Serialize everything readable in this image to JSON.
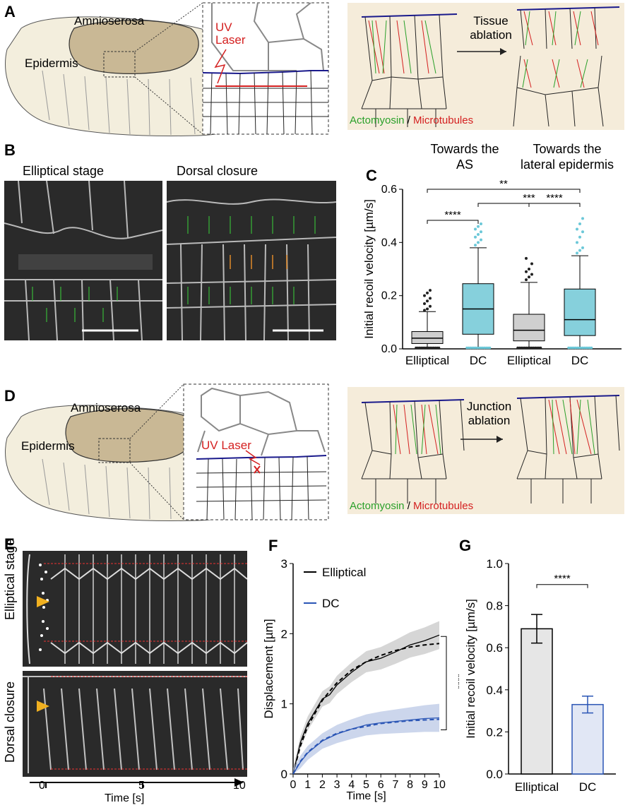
{
  "panels": {
    "A": "A",
    "B": "B",
    "C": "C",
    "D": "D",
    "E": "E",
    "F": "F",
    "G": "G"
  },
  "schematic": {
    "amnioserosa": "Amnioserosa",
    "epidermis": "Epidermis",
    "uv_laser": "UV Laser",
    "tissue_ablation": "Tissue ablation",
    "junction_ablation": "Junction ablation",
    "actomyosin": "Actomyosin",
    "slash": "/",
    "microtubules": "Microtubules",
    "colors": {
      "actomyosin": "#2aa02a",
      "microtubules": "#d42020",
      "boundary": "#1a1a8c",
      "amnio_fill": "#c9b895",
      "embryo_fill": "#f3eedd",
      "bg_box": "#f5ecda"
    }
  },
  "panelB": {
    "elliptical": "Elliptical stage",
    "dorsal": "Dorsal closure"
  },
  "panelE": {
    "elliptical": "Elliptical stage",
    "dorsal": "Dorsal closure",
    "xlabel": "Time [s]",
    "ticks": [
      "0",
      "5",
      "10"
    ]
  },
  "chart_data": [
    {
      "id": "C",
      "type": "box",
      "title_left": "Towards the AS",
      "title_right": "Towards the lateral epidermis",
      "ylabel": "Initial recoil velocity [µm/s]",
      "ylim": [
        0,
        0.6
      ],
      "yticks": [
        "0.0",
        "0.2",
        "0.4",
        "0.6"
      ],
      "categories": [
        "Elliptical",
        "DC",
        "Elliptical",
        "DC"
      ],
      "boxes": [
        {
          "min": 0.0,
          "q1": 0.02,
          "median": 0.04,
          "q3": 0.065,
          "max": 0.14,
          "color": "#cfcfcf",
          "outlier_color": "#222",
          "outliers": [
            0.145,
            0.15,
            0.16,
            0.17,
            0.18,
            0.19,
            0.2,
            0.21,
            0.22
          ]
        },
        {
          "min": 0.0,
          "q1": 0.055,
          "median": 0.15,
          "q3": 0.245,
          "max": 0.38,
          "color": "#86d0dc",
          "outlier_color": "#6cc8d8",
          "outliers": [
            0.39,
            0.4,
            0.41,
            0.42,
            0.43,
            0.44,
            0.45,
            0.46,
            0.47
          ]
        },
        {
          "min": 0.0,
          "q1": 0.03,
          "median": 0.07,
          "q3": 0.13,
          "max": 0.25,
          "color": "#cfcfcf",
          "outlier_color": "#222",
          "outliers": [
            0.26,
            0.27,
            0.28,
            0.29,
            0.3,
            0.32,
            0.34
          ]
        },
        {
          "min": 0.0,
          "q1": 0.05,
          "median": 0.11,
          "q3": 0.225,
          "max": 0.35,
          "color": "#86d0dc",
          "outlier_color": "#6cc8d8",
          "outliers": [
            0.36,
            0.37,
            0.38,
            0.4,
            0.42,
            0.44,
            0.45,
            0.47,
            0.49
          ]
        }
      ],
      "significance": [
        {
          "from": 0,
          "to": 1,
          "label": "****"
        },
        {
          "from": 1,
          "to": 3,
          "label": "***"
        },
        {
          "from": 2,
          "to": 3,
          "label": "****"
        },
        {
          "from": 0,
          "to": 3,
          "label": "**"
        }
      ]
    },
    {
      "id": "F",
      "type": "line",
      "xlabel": "Time [s]",
      "ylabel": "Displacement [µm]",
      "xlim": [
        0,
        10
      ],
      "ylim": [
        0,
        3
      ],
      "xticks": [
        "0",
        "1",
        "2",
        "3",
        "4",
        "5",
        "6",
        "7",
        "8",
        "9",
        "10"
      ],
      "yticks": [
        "0",
        "1",
        "2",
        "3"
      ],
      "significance": "****",
      "series": [
        {
          "name": "Elliptical",
          "color": "#000000",
          "band": "#bbbbbb",
          "x": [
            0,
            0.5,
            1,
            2,
            2.5,
            3,
            4,
            5,
            6,
            7,
            8,
            9,
            10
          ],
          "y": [
            0,
            0.45,
            0.72,
            1.07,
            1.13,
            1.27,
            1.45,
            1.6,
            1.65,
            1.74,
            1.84,
            1.9,
            1.98
          ],
          "fit": [
            0,
            0.4,
            0.68,
            1.05,
            1.18,
            1.3,
            1.48,
            1.6,
            1.69,
            1.76,
            1.81,
            1.84,
            1.86
          ]
        },
        {
          "name": "DC",
          "color": "#2a55b5",
          "band": "#aabbe0",
          "x": [
            0,
            0.5,
            1,
            2,
            2.5,
            3,
            4,
            5,
            6,
            7,
            8,
            9,
            10
          ],
          "y": [
            0,
            0.17,
            0.3,
            0.47,
            0.52,
            0.57,
            0.64,
            0.7,
            0.73,
            0.75,
            0.77,
            0.79,
            0.8
          ],
          "fit": [
            0,
            0.18,
            0.31,
            0.48,
            0.53,
            0.58,
            0.64,
            0.68,
            0.72,
            0.74,
            0.76,
            0.77,
            0.78
          ]
        }
      ]
    },
    {
      "id": "G",
      "type": "bar",
      "ylabel": "Initial recoil velocity [µm/s]",
      "ylim": [
        0,
        1.0
      ],
      "yticks": [
        "0.0",
        "0.2",
        "0.4",
        "0.6",
        "0.8",
        "1.0"
      ],
      "categories": [
        "Elliptical",
        "DC"
      ],
      "values": [
        0.69,
        0.33
      ],
      "errors": [
        0.068,
        0.04
      ],
      "fill": [
        "#e6e6e6",
        "#e1e7f5"
      ],
      "stroke": [
        "#000000",
        "#2a55b5"
      ],
      "significance": "****"
    }
  ]
}
